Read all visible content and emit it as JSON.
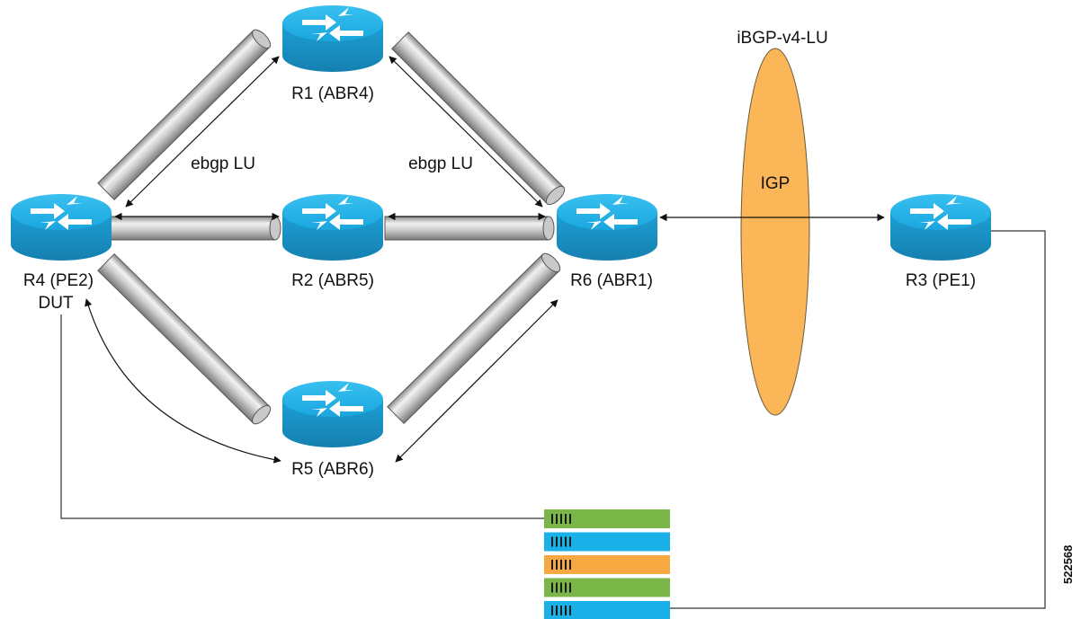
{
  "routers": {
    "r1": {
      "label": "R1 (ABR4)"
    },
    "r2": {
      "label": "R2 (ABR5)"
    },
    "r3": {
      "label": "R3 (PE1)"
    },
    "r4": {
      "label": "R4 (PE2)",
      "sublabel": "DUT"
    },
    "r5": {
      "label": "R5 (ABR6)"
    },
    "r6": {
      "label": "R6 (ABR1)"
    }
  },
  "links": {
    "ebgp_left": "ebgp LU",
    "ebgp_right": "ebgp LU"
  },
  "igp": {
    "label": "IGP",
    "session_label": "iBGP-v4-LU"
  },
  "traffic_generator": {
    "port_colors": [
      "#7ab648",
      "#1ab0e8",
      "#f5a940",
      "#7ab648",
      "#1ab0e8"
    ],
    "port_marks": "IIIII"
  },
  "figure_id": "522568",
  "colors": {
    "router": "#1ab0e8",
    "igp_ellipse": "#fbb757",
    "tube": "#bfbfbf"
  }
}
